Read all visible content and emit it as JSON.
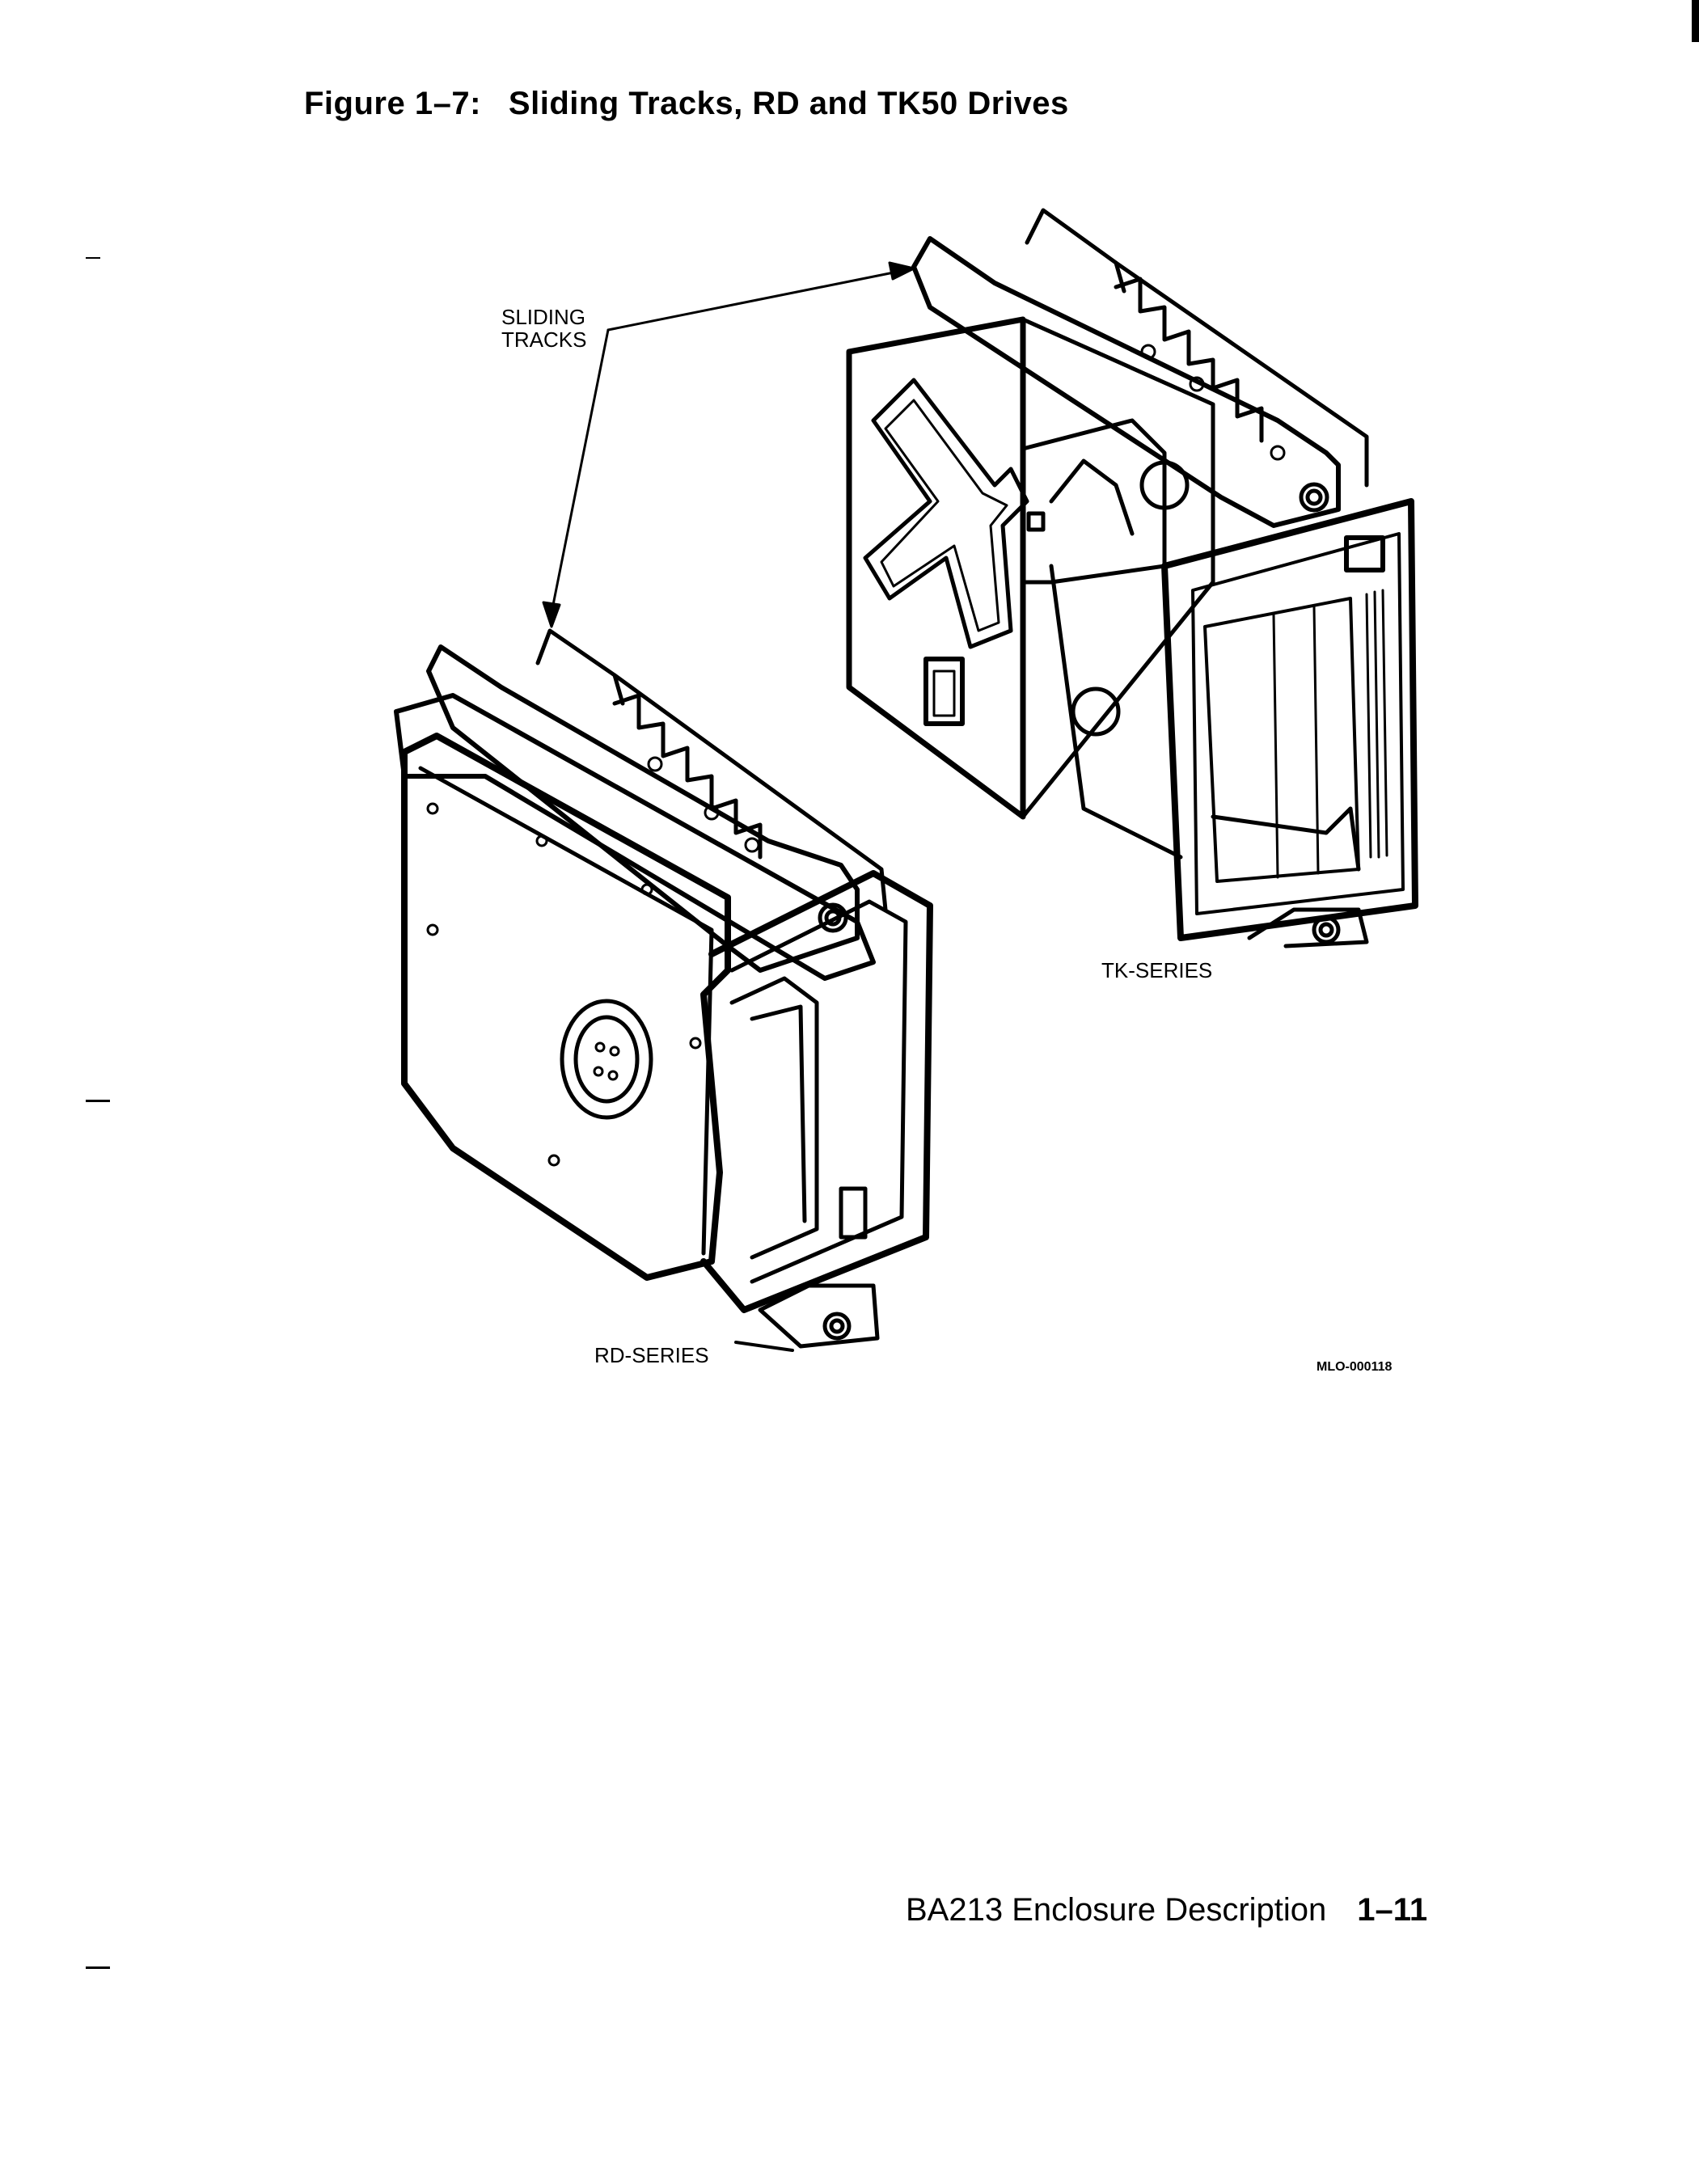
{
  "figure": {
    "number": "Figure 1–7:",
    "title": "Sliding Tracks, RD and TK50 Drives"
  },
  "labels": {
    "sliding_tracks_line1": "SLIDING",
    "sliding_tracks_line2": "TRACKS",
    "tk_series": "TK-SERIES",
    "rd_series": "RD-SERIES",
    "figure_code": "MLO-000118"
  },
  "footer": {
    "section_title": "BA213 Enclosure Description",
    "page_number": "1–11"
  }
}
